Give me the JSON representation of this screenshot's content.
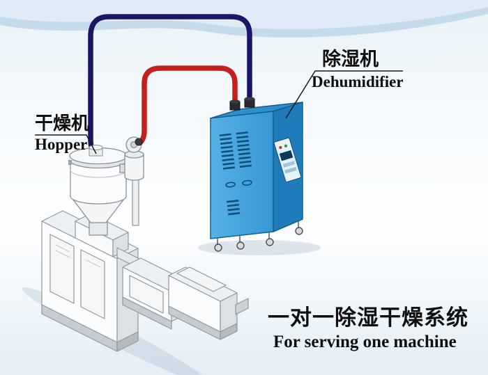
{
  "diagram": {
    "hopper_label": {
      "cn": "干燥机",
      "en": "Hopper"
    },
    "dehumidifier_label": {
      "cn": "除湿机",
      "en": "Dehumidifier"
    },
    "caption": {
      "cn": "一对一除湿干燥系统",
      "en": "For serving one machine"
    }
  },
  "colors": {
    "pipe_dry_air": "#1b1566",
    "pipe_return_air": "#c42020",
    "cabinet_front": "#41a4de",
    "cabinet_side": "#1e7cba",
    "cabinet_top": "#2e8fca",
    "wave_band": "#c6dbe9"
  }
}
